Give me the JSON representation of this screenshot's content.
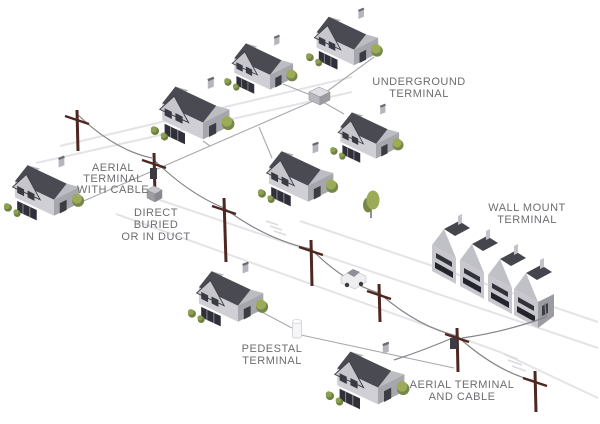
{
  "diagram": {
    "title": "Telecom drop terminal placements (isometric neighborhood diagram)",
    "labels": {
      "underground_terminal": [
        "UNDERGROUND",
        "TERMINAL"
      ],
      "aerial_terminal_with_cable": [
        "AERIAL",
        "TERMINAL",
        "WITH CABLE"
      ],
      "direct_buried": [
        "DIRECT",
        "BURIED",
        "OR IN DUCT"
      ],
      "wall_mount_terminal": [
        "WALL MOUNT",
        "TERMINAL"
      ],
      "pedestal_terminal": [
        "PEDESTAL",
        "TERMINAL"
      ],
      "aerial_terminal_and_cable": [
        "AERIAL TERMINAL",
        "AND CABLE"
      ]
    },
    "scene": {
      "detached_house_count": 8,
      "townhouse_unit_count": 4,
      "utility_pole_count": 7
    },
    "colors": {
      "background": "#ffffff",
      "label_text": "#6c6d70",
      "roof_dark": "#4a4a53",
      "roof_slab": "#45454e",
      "gable_light": "#bcbcc3",
      "wall_light": "#cfcfd5",
      "wall_shade": "#a6a6ad",
      "window_dark": "#32323b",
      "pole_brown": "#4e2820",
      "cable_gray": "#85858a",
      "buried_line_gray": "#a9a9ae",
      "road_line": "#e4e4e8",
      "foliage_light": "#9cab58",
      "foliage_dark": "#75884a",
      "terminal_box_dark": "#3c3c44",
      "pedestal_white": "#f6f6f8"
    }
  }
}
